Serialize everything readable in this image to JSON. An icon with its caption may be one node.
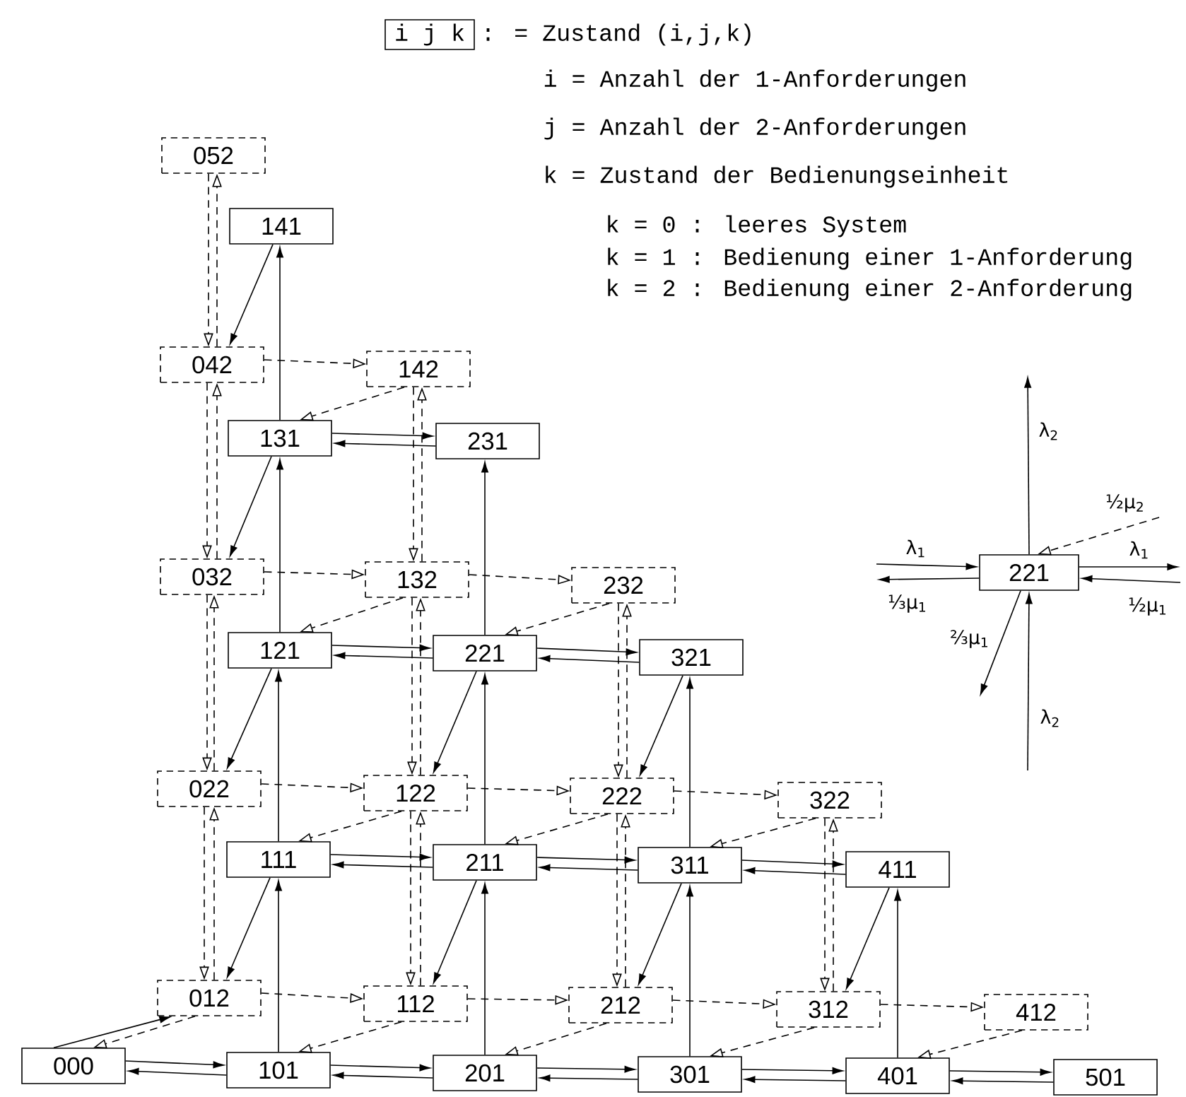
{
  "diagram": {
    "nodes": [
      {
        "text": [
          "i j k"
        ]
      },
      {
        "text": [
          "052"
        ]
      },
      {
        "text": [
          "141"
        ]
      },
      {
        "text": [
          "042"
        ]
      },
      {
        "text": [
          "142"
        ]
      },
      {
        "text": [
          "131"
        ]
      },
      {
        "text": [
          "231"
        ]
      },
      {
        "text": [
          "032"
        ]
      },
      {
        "text": [
          "132"
        ]
      },
      {
        "text": [
          "232"
        ]
      },
      {
        "text": [
          "121"
        ]
      },
      {
        "text": [
          "221"
        ]
      },
      {
        "text": [
          "321"
        ]
      },
      {
        "text": [
          "022"
        ]
      },
      {
        "text": [
          "122"
        ]
      },
      {
        "text": [
          "222"
        ]
      },
      {
        "text": [
          "322"
        ]
      },
      {
        "text": [
          "111"
        ]
      },
      {
        "text": [
          "211"
        ]
      },
      {
        "text": [
          "311"
        ]
      },
      {
        "text": [
          "411"
        ]
      },
      {
        "text": [
          "012"
        ]
      },
      {
        "text": [
          "112"
        ]
      },
      {
        "text": [
          "212"
        ]
      },
      {
        "text": [
          "312"
        ]
      },
      {
        "text": [
          "412"
        ]
      },
      {
        "text": [
          "000"
        ]
      },
      {
        "text": [
          "101"
        ]
      },
      {
        "text": [
          "201"
        ]
      },
      {
        "text": [
          "301"
        ]
      },
      {
        "text": [
          "401"
        ]
      },
      {
        "text": [
          "501"
        ]
      },
      {
        "text": [
          "221"
        ]
      }
    ],
    "edges": [
      {
        "from": 26,
        "to": 27,
        "arrow": "to"
      },
      {
        "from": 27,
        "to": 26,
        "arrow": "to"
      },
      {
        "from": 27,
        "to": 28,
        "arrow": "to"
      },
      {
        "from": 28,
        "to": 27,
        "arrow": "to"
      },
      {
        "from": 28,
        "to": 29,
        "arrow": "to"
      },
      {
        "from": 29,
        "to": 28,
        "arrow": "to"
      },
      {
        "from": 29,
        "to": 30,
        "arrow": "to"
      },
      {
        "from": 30,
        "to": 29,
        "arrow": "to"
      },
      {
        "from": 30,
        "to": 31,
        "arrow": "to"
      },
      {
        "from": 31,
        "to": 30,
        "arrow": "to"
      },
      {
        "from": 17,
        "to": 18,
        "arrow": "to"
      },
      {
        "from": 18,
        "to": 17,
        "arrow": "to"
      },
      {
        "from": 18,
        "to": 19,
        "arrow": "to"
      },
      {
        "from": 19,
        "to": 18,
        "arrow": "to"
      },
      {
        "from": 19,
        "to": 20,
        "arrow": "to"
      },
      {
        "from": 20,
        "to": 19,
        "arrow": "to"
      },
      {
        "from": 10,
        "to": 11,
        "arrow": "to"
      },
      {
        "from": 11,
        "to": 10,
        "arrow": "to"
      },
      {
        "from": 11,
        "to": 12,
        "arrow": "to"
      },
      {
        "from": 12,
        "to": 11,
        "arrow": "to"
      },
      {
        "from": 5,
        "to": 6,
        "arrow": "to"
      },
      {
        "from": 6,
        "to": 5,
        "arrow": "to"
      },
      {
        "from": 27,
        "to": 17,
        "arrow": "to"
      },
      {
        "from": 17,
        "to": 10,
        "arrow": "to"
      },
      {
        "from": 10,
        "to": 5,
        "arrow": "to"
      },
      {
        "from": 5,
        "to": 2,
        "arrow": "to"
      },
      {
        "from": 28,
        "to": 18,
        "arrow": "to"
      },
      {
        "from": 18,
        "to": 11,
        "arrow": "to"
      },
      {
        "from": 11,
        "to": 6,
        "arrow": "to"
      },
      {
        "from": 29,
        "to": 19,
        "arrow": "to"
      },
      {
        "from": 19,
        "to": 12,
        "arrow": "to"
      },
      {
        "from": 30,
        "to": 20,
        "arrow": "to"
      },
      {
        "from": 2,
        "to": 3,
        "arrow": "to"
      },
      {
        "from": 5,
        "to": 7,
        "arrow": "to"
      },
      {
        "from": 10,
        "to": 13,
        "arrow": "to"
      },
      {
        "from": 17,
        "to": 21,
        "arrow": "to"
      },
      {
        "from": 11,
        "to": 14,
        "arrow": "to"
      },
      {
        "from": 18,
        "to": 22,
        "arrow": "to"
      },
      {
        "from": 12,
        "to": 15,
        "arrow": "to"
      },
      {
        "from": 19,
        "to": 23,
        "arrow": "to"
      },
      {
        "from": 20,
        "to": 24,
        "arrow": "to"
      },
      {
        "from": 26,
        "to": 21,
        "arrow": "to"
      },
      {
        "from": 3,
        "to": 4,
        "arrow": "to",
        "style": "dashed"
      },
      {
        "from": 7,
        "to": 8,
        "arrow": "to",
        "style": "dashed"
      },
      {
        "from": 8,
        "to": 9,
        "arrow": "to",
        "style": "dashed"
      },
      {
        "from": 13,
        "to": 14,
        "arrow": "to",
        "style": "dashed"
      },
      {
        "from": 14,
        "to": 15,
        "arrow": "to",
        "style": "dashed"
      },
      {
        "from": 15,
        "to": 16,
        "arrow": "to",
        "style": "dashed"
      },
      {
        "from": 21,
        "to": 22,
        "arrow": "to",
        "style": "dashed"
      },
      {
        "from": 22,
        "to": 23,
        "arrow": "to",
        "style": "dashed"
      },
      {
        "from": 23,
        "to": 24,
        "arrow": "to",
        "style": "dashed"
      },
      {
        "from": 24,
        "to": 25,
        "arrow": "to",
        "style": "dashed"
      },
      {
        "from": 1,
        "to": 3,
        "arrow": "to",
        "style": "dashed"
      },
      {
        "from": 3,
        "to": 1,
        "arrow": "to",
        "style": "dashed"
      },
      {
        "from": 3,
        "to": 7,
        "arrow": "to",
        "style": "dashed"
      },
      {
        "from": 7,
        "to": 3,
        "arrow": "to",
        "style": "dashed"
      },
      {
        "from": 7,
        "to": 13,
        "arrow": "to",
        "style": "dashed"
      },
      {
        "from": 13,
        "to": 7,
        "arrow": "to",
        "style": "dashed"
      },
      {
        "from": 13,
        "to": 21,
        "arrow": "to",
        "style": "dashed"
      },
      {
        "from": 21,
        "to": 13,
        "arrow": "to",
        "style": "dashed"
      },
      {
        "from": 4,
        "to": 8,
        "arrow": "to",
        "style": "dashed"
      },
      {
        "from": 8,
        "to": 4,
        "arrow": "to",
        "style": "dashed"
      },
      {
        "from": 8,
        "to": 14,
        "arrow": "to",
        "style": "dashed"
      },
      {
        "from": 14,
        "to": 8,
        "arrow": "to",
        "style": "dashed"
      },
      {
        "from": 14,
        "to": 22,
        "arrow": "to",
        "style": "dashed"
      },
      {
        "from": 22,
        "to": 14,
        "arrow": "to",
        "style": "dashed"
      },
      {
        "from": 9,
        "to": 15,
        "arrow": "to",
        "style": "dashed"
      },
      {
        "from": 15,
        "to": 9,
        "arrow": "to",
        "style": "dashed"
      },
      {
        "from": 15,
        "to": 23,
        "arrow": "to",
        "style": "dashed"
      },
      {
        "from": 23,
        "to": 15,
        "arrow": "to",
        "style": "dashed"
      },
      {
        "from": 16,
        "to": 24,
        "arrow": "to",
        "style": "dashed"
      },
      {
        "from": 24,
        "to": 16,
        "arrow": "to",
        "style": "dashed"
      },
      {
        "from": 4,
        "to": 5,
        "arrow": "to",
        "style": "dashed"
      },
      {
        "from": 8,
        "to": 10,
        "arrow": "to",
        "style": "dashed"
      },
      {
        "from": 9,
        "to": 11,
        "arrow": "to",
        "style": "dashed"
      },
      {
        "from": 14,
        "to": 17,
        "arrow": "to",
        "style": "dashed"
      },
      {
        "from": 15,
        "to": 18,
        "arrow": "to",
        "style": "dashed"
      },
      {
        "from": 16,
        "to": 19,
        "arrow": "to",
        "style": "dashed"
      },
      {
        "from": 21,
        "to": 26,
        "arrow": "to",
        "style": "dashed"
      },
      {
        "from": 22,
        "to": 27,
        "arrow": "to",
        "style": "dashed"
      },
      {
        "from": 23,
        "to": 28,
        "arrow": "to",
        "style": "dashed"
      },
      {
        "from": 24,
        "to": 29,
        "arrow": "to",
        "style": "dashed"
      },
      {
        "from": 25,
        "to": 30,
        "arrow": "to",
        "style": "dashed"
      },
      {
        "from": 32,
        "to": null,
        "arrow": "to",
        "label": "λ$_{2}$"
      },
      {
        "from": null,
        "to": 32,
        "arrow": "to",
        "label": "λ$_{2}$"
      },
      {
        "from": null,
        "to": 32,
        "arrow": "to",
        "label": "λ$_{1}$"
      },
      {
        "from": 32,
        "to": null,
        "arrow": "to",
        "label": "⅓μ$_{1}$"
      },
      {
        "from": 32,
        "to": null,
        "arrow": "to",
        "label": "λ$_{1}$"
      },
      {
        "from": null,
        "to": 32,
        "arrow": "to",
        "label": "½μ$_{1}$"
      },
      {
        "from": 32,
        "to": null,
        "arrow": "to",
        "label": "⅔μ$_{1}$"
      },
      {
        "from": null,
        "to": 32,
        "arrow": "to",
        "style": "dashed",
        "label": "½μ$_{2}$"
      }
    ],
    "labels": [
      ": = Zustand (i,j,k)",
      "i = Anzahl der 1-Anforderungen",
      "j = Anzahl der 2-Anforderungen",
      "k = Zustand der Bedienungseinheit",
      "k = 0 : leeres System",
      "k = 1 : Bedienung einer 1-Anforderung",
      "k = 2 : Bedienung einer 2-Anforderung"
    ]
  }
}
